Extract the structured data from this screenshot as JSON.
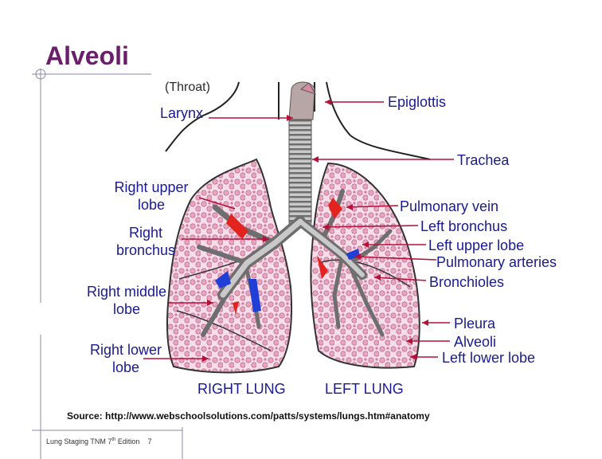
{
  "slide": {
    "title": "Alveoli",
    "source": "Source:  http://www.webschoolsolutions.com/patts/systems/lungs.htm#anatomy",
    "footer": {
      "prefix": "Lung Staging TNM 7",
      "sup": "th",
      "suffix": " Edition",
      "page": "7"
    }
  },
  "diagram": {
    "labels": {
      "throat": "(Throat)",
      "larynx": "Larynx",
      "epiglottis": "Epiglottis",
      "trachea": "Trachea",
      "right_upper_lobe_1": "Right upper",
      "right_upper_lobe_2": "lobe",
      "right_bronchus_1": "Right",
      "right_bronchus_2": "bronchus",
      "right_middle_lobe_1": "Right middle",
      "right_middle_lobe_2": "lobe",
      "right_lower_lobe_1": "Right lower",
      "right_lower_lobe_2": "lobe",
      "pulmonary_vein": "Pulmonary vein",
      "left_bronchus": "Left bronchus",
      "left_upper_lobe": "Left upper lobe",
      "pulmonary_arteries": "Pulmonary arteries",
      "bronchioles": "Bronchioles",
      "pleura": "Pleura",
      "alveoli": "Alveoli",
      "left_lower_lobe": "Left lower lobe",
      "right_lung": "RIGHT LUNG",
      "left_lung": "LEFT LUNG"
    },
    "colors": {
      "label_text": "#1a1a90",
      "pointer_line": "#b5123a",
      "alveoli_fill": "#e7a6c0",
      "airway": "#9b9b9b",
      "vein": "#e3231d",
      "artery": "#1f3fd6",
      "title": "#6a1f6a"
    }
  }
}
